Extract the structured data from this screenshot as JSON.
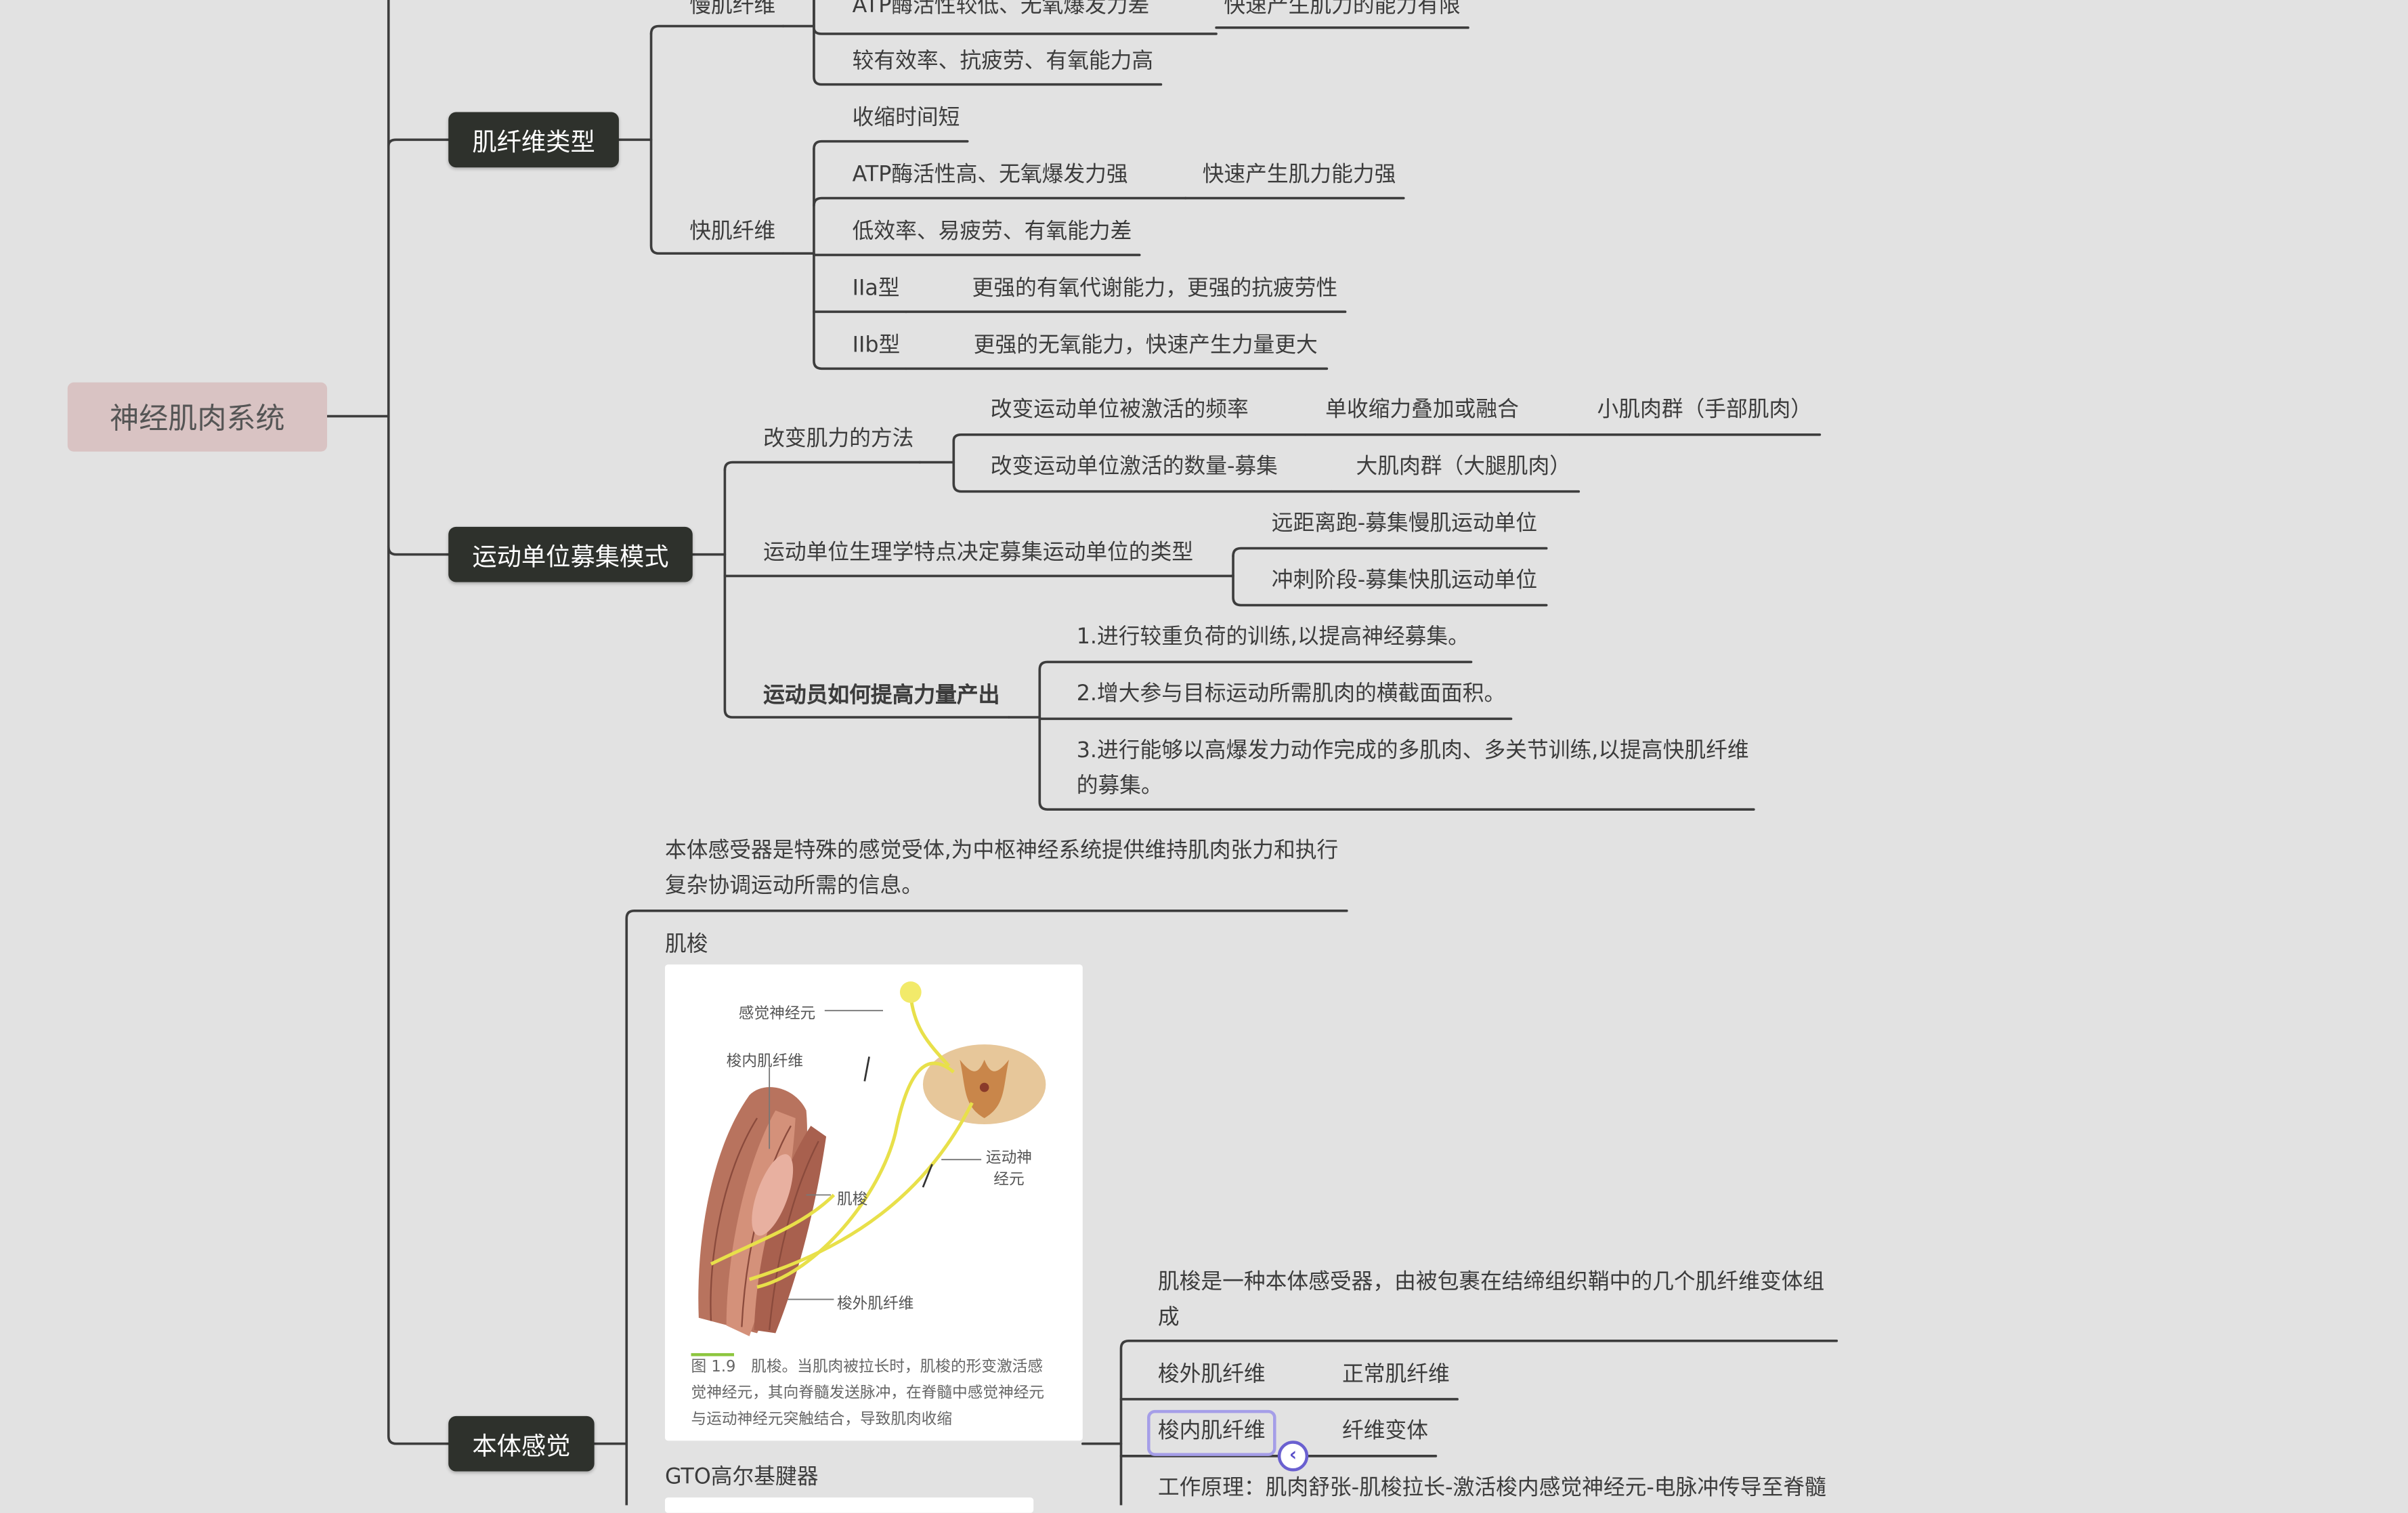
{
  "root": {
    "label": "神经肌肉系统"
  },
  "fiber_types": {
    "label": "肌纤维类型",
    "slow": {
      "label": "慢肌纤维",
      "atp": "ATP酶活性较低、无氧爆发力差",
      "atp_result": "快速产生肌力的能力有限",
      "efficiency": "较有效率、抗疲劳、有氧能力高"
    },
    "fast": {
      "label": "快肌纤维",
      "contraction": "收缩时间短",
      "atp": "ATP酶活性高、无氧爆发力强",
      "atp_result": "快速产生肌力能力强",
      "efficiency": "低效率、易疲劳、有氧能力差",
      "type_2a": "IIa型",
      "type_2a_desc": "更强的有氧代谢能力，更强的抗疲劳性",
      "type_2b": "IIb型",
      "type_2b_desc": "更强的无氧能力，快速产生力量更大"
    }
  },
  "recruitment": {
    "label": "运动单位募集模式",
    "change_force": {
      "label": "改变肌力的方法",
      "frequency": "改变运动单位被激活的频率",
      "frequency_result": "单收缩力叠加或融合",
      "frequency_example": "小肌肉群（手部肌肉）",
      "number": "改变运动单位激活的数量-募集",
      "number_example": "大肌肉群（大腿肌肉）"
    },
    "physiology": {
      "label": "运动单位生理学特点决定募集运动单位的类型",
      "distance": "远距离跑-募集慢肌运动单位",
      "sprint": "冲刺阶段-募集快肌运动单位"
    },
    "athlete": {
      "label": "运动员如何提高力量产出",
      "step1": "1.进行较重负荷的训练,以提高神经募集。",
      "step2": "2.增大参与目标运动所需肌肉的横截面面积。",
      "step3": "3.进行能够以高爆发力动作完成的多肌肉、多关节训练,以提高快肌纤维的募集。"
    }
  },
  "proprioception": {
    "label": "本体感觉",
    "intro": "本体感受器是特殊的感觉受体,为中枢神经系统提供维持肌肉张力和执行复杂协调运动所需的信息。",
    "spindle": {
      "label": "肌梭",
      "figure_labels": {
        "sensory_neuron": "感觉神经元",
        "intrafusal": "梭内肌纤维",
        "motor_neuron": "运动神经元",
        "spindle": "肌梭",
        "extrafusal": "梭外肌纤维"
      },
      "caption": "图 1.9　肌梭。当肌肉被拉长时，肌梭的形变激活感觉神经元，其向脊髓发送脉冲，在脊髓中感觉神经元与运动神经元突触结合，导致肌肉收缩",
      "description": "肌梭是一种本体感受器，由被包裹在结缔组织鞘中的几个肌纤维变体组成",
      "extrafusal": "梭外肌纤维",
      "extrafusal_desc": "正常肌纤维",
      "intrafusal": "梭内肌纤维",
      "intrafusal_desc": "纤维变体",
      "principle": "工作原理：肌肉舒张-肌梭拉长-激活梭内感觉神经元-电脉冲传导至脊髓"
    },
    "gto": {
      "label": "GTO高尔基腱器"
    }
  },
  "colors": {
    "background": "#e2e2e2",
    "topic_fill": "#2e312c",
    "root_fill": "#d9c3c3",
    "line": "#3d3d3d",
    "selection": "#a59ee8"
  },
  "icons": {
    "collapse": "chevron-left-icon"
  },
  "collapse_glyph": "‹"
}
